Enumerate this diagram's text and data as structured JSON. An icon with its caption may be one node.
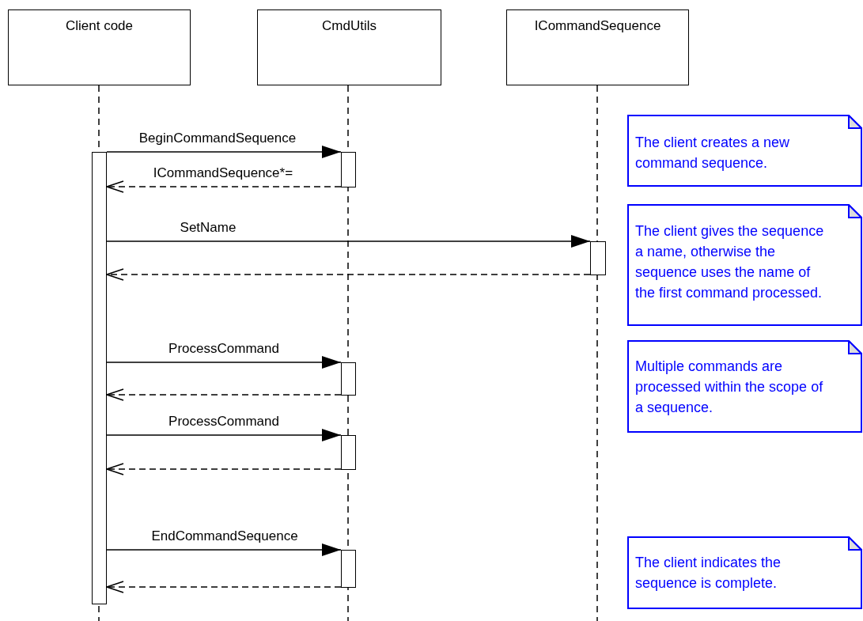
{
  "diagram": {
    "nodes": [
      {
        "text": [
          "Client code"
        ]
      },
      {
        "text": [
          "CmdUtils"
        ]
      },
      {
        "text": [
          "ICommandSequence"
        ]
      },
      {
        "text": [],
        "shape": "bar"
      },
      {
        "text": [],
        "shape": "bar"
      },
      {
        "text": [],
        "shape": "bar"
      },
      {
        "text": [],
        "shape": "bar"
      },
      {
        "text": [],
        "shape": "bar"
      },
      {
        "text": [],
        "shape": "bar"
      },
      {
        "text": [
          "The client creates a new command sequence."
        ]
      },
      {
        "text": [
          "The client gives the sequence a name, otherwise the sequence uses the name of the first command processed."
        ]
      },
      {
        "text": [
          "Multiple commands are processed within the scope of a sequence."
        ]
      },
      {
        "text": [
          "The client indicates the sequence is complete."
        ]
      }
    ],
    "edges": [
      {
        "from": 3,
        "to": 4,
        "arrow": "to",
        "label": "BeginCommandSequence"
      },
      {
        "from": 4,
        "to": 3,
        "arrow": "to",
        "label": "ICommandSequence*=",
        "style": "dashed"
      },
      {
        "from": 3,
        "to": 5,
        "arrow": "to",
        "label": "SetName"
      },
      {
        "from": 5,
        "to": 3,
        "arrow": "to",
        "style": "dashed"
      },
      {
        "from": 3,
        "to": 6,
        "arrow": "to",
        "label": "ProcessCommand"
      },
      {
        "from": 6,
        "to": 3,
        "arrow": "to",
        "style": "dashed"
      },
      {
        "from": 3,
        "to": 7,
        "arrow": "to",
        "label": "ProcessCommand"
      },
      {
        "from": 7,
        "to": 3,
        "arrow": "to",
        "style": "dashed"
      },
      {
        "from": 3,
        "to": 8,
        "arrow": "to",
        "label": "EndCommandSequence"
      },
      {
        "from": 8,
        "to": 3,
        "arrow": "to",
        "style": "dashed"
      }
    ]
  }
}
